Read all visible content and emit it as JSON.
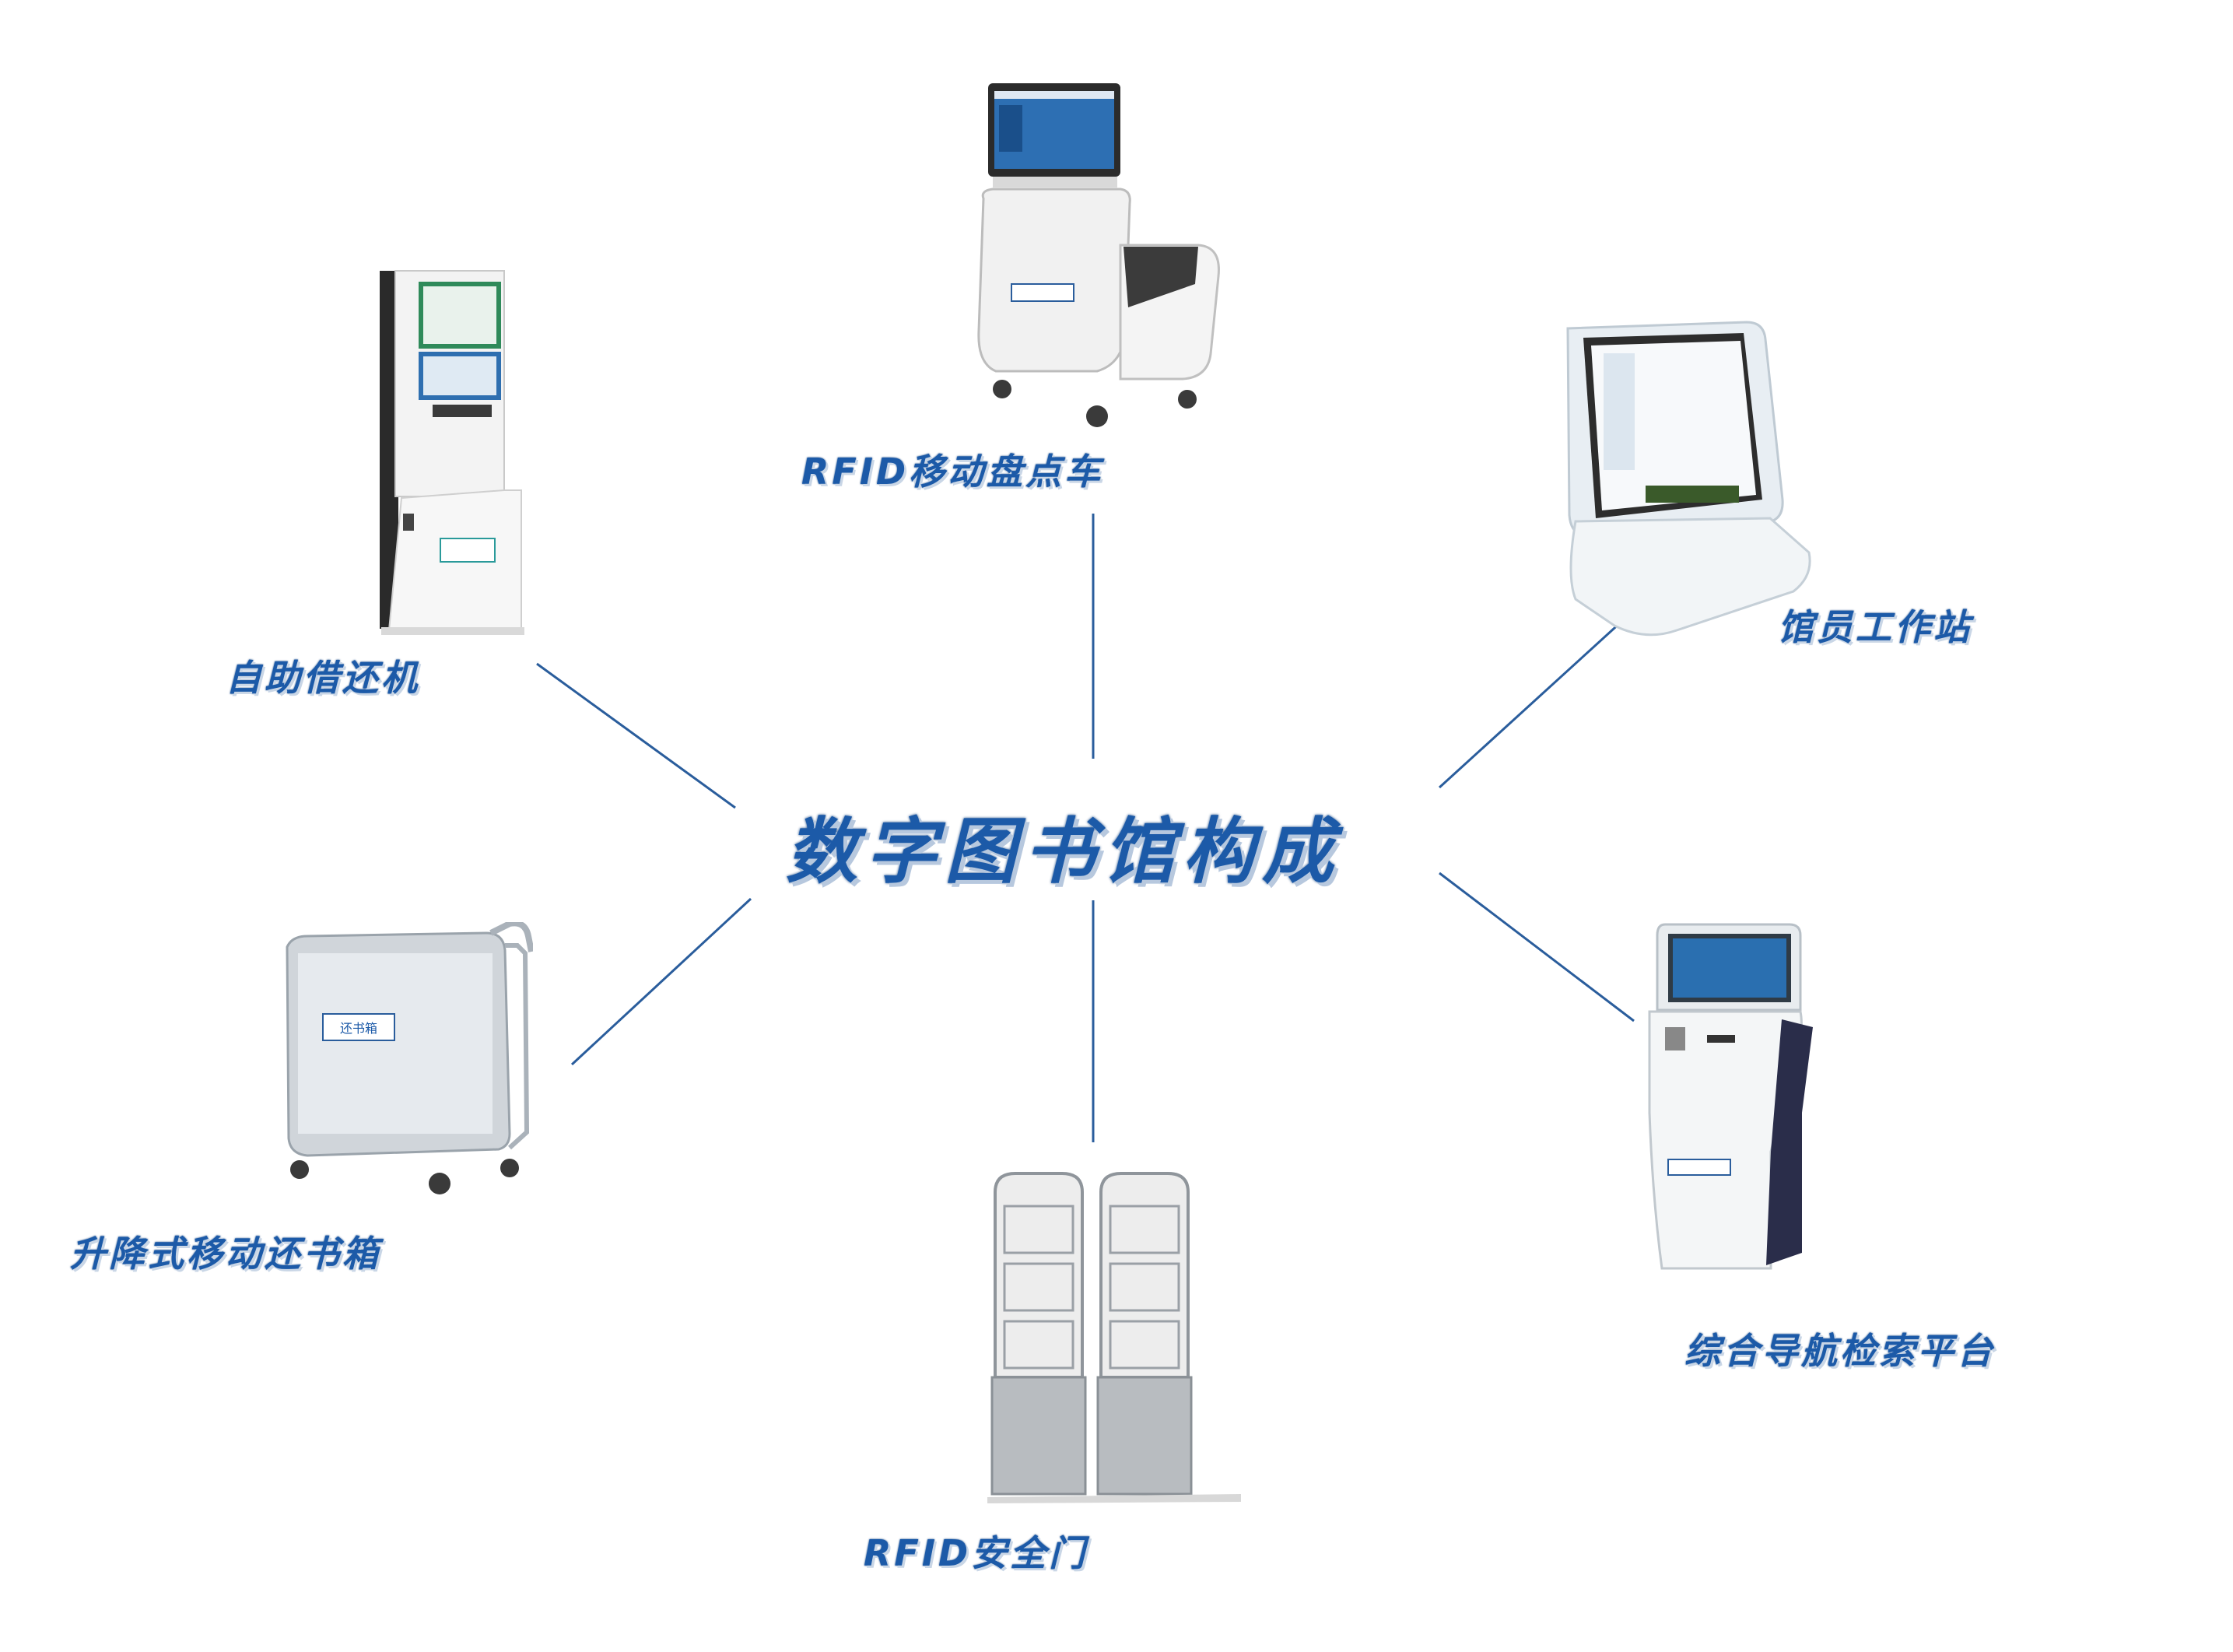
{
  "title": "数字图书馆构成",
  "colors": {
    "accent": "#1c5aa8",
    "line": "#2a5d9c"
  },
  "devices": {
    "mobile_inventory_cart": {
      "label": "RFID移动盘点车",
      "icon": "rfid-mobile-inventory-cart"
    },
    "self_checkout_machine": {
      "label": "自助借还机",
      "icon": "self-service-kiosk"
    },
    "librarian_workstation": {
      "label": "馆员工作站",
      "icon": "librarian-workstation"
    },
    "book_return_box": {
      "label": "升降式移动还书箱",
      "icon": "mobile-book-return-box",
      "brand_text": "还书箱"
    },
    "navigation_platform": {
      "label": "综合导航检索平台",
      "icon": "navigation-search-kiosk"
    },
    "security_gate": {
      "label": "RFID安全门",
      "icon": "rfid-security-gate"
    }
  }
}
